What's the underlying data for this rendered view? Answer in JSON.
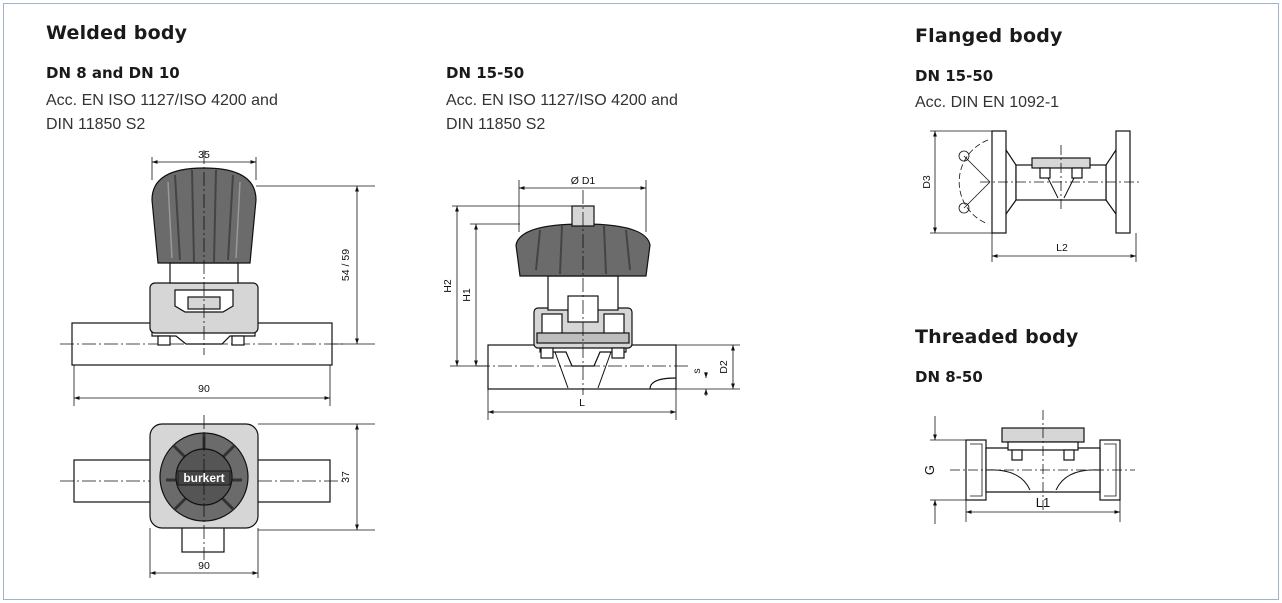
{
  "welded": {
    "title": "Welded body",
    "variant1": {
      "heading": "DN 8 and DN 10",
      "line1": "Acc. EN ISO 1127/ISO 4200 and",
      "line2": "DIN 11850 S2",
      "dims": {
        "width_top": "35",
        "height": "54 / 59",
        "length": "90",
        "depth": "37",
        "length_bottom": "90"
      },
      "logo": "burkert"
    },
    "variant2": {
      "heading": "DN 15-50",
      "line1": "Acc. EN ISO 1127/ISO 4200 and",
      "line2": "DIN 11850 S2",
      "dims": {
        "diameter": "Ø D1",
        "h2": "H2",
        "h1": "H1",
        "d2": "D2",
        "s": "s",
        "l": "L"
      }
    }
  },
  "flanged": {
    "title": "Flanged body",
    "heading": "DN 15-50",
    "line1": "Acc. DIN EN 1092-1",
    "dims": {
      "d3": "D3",
      "l2": "L2"
    }
  },
  "threaded": {
    "title": "Threaded body",
    "heading": "DN 8-50",
    "dims": {
      "g": "G",
      "l1": "L1"
    }
  },
  "colors": {
    "frame": "#9db4cc",
    "handwheel": "#6b6b6b",
    "bonnet": "#cfcfcf",
    "line": "#111111"
  }
}
